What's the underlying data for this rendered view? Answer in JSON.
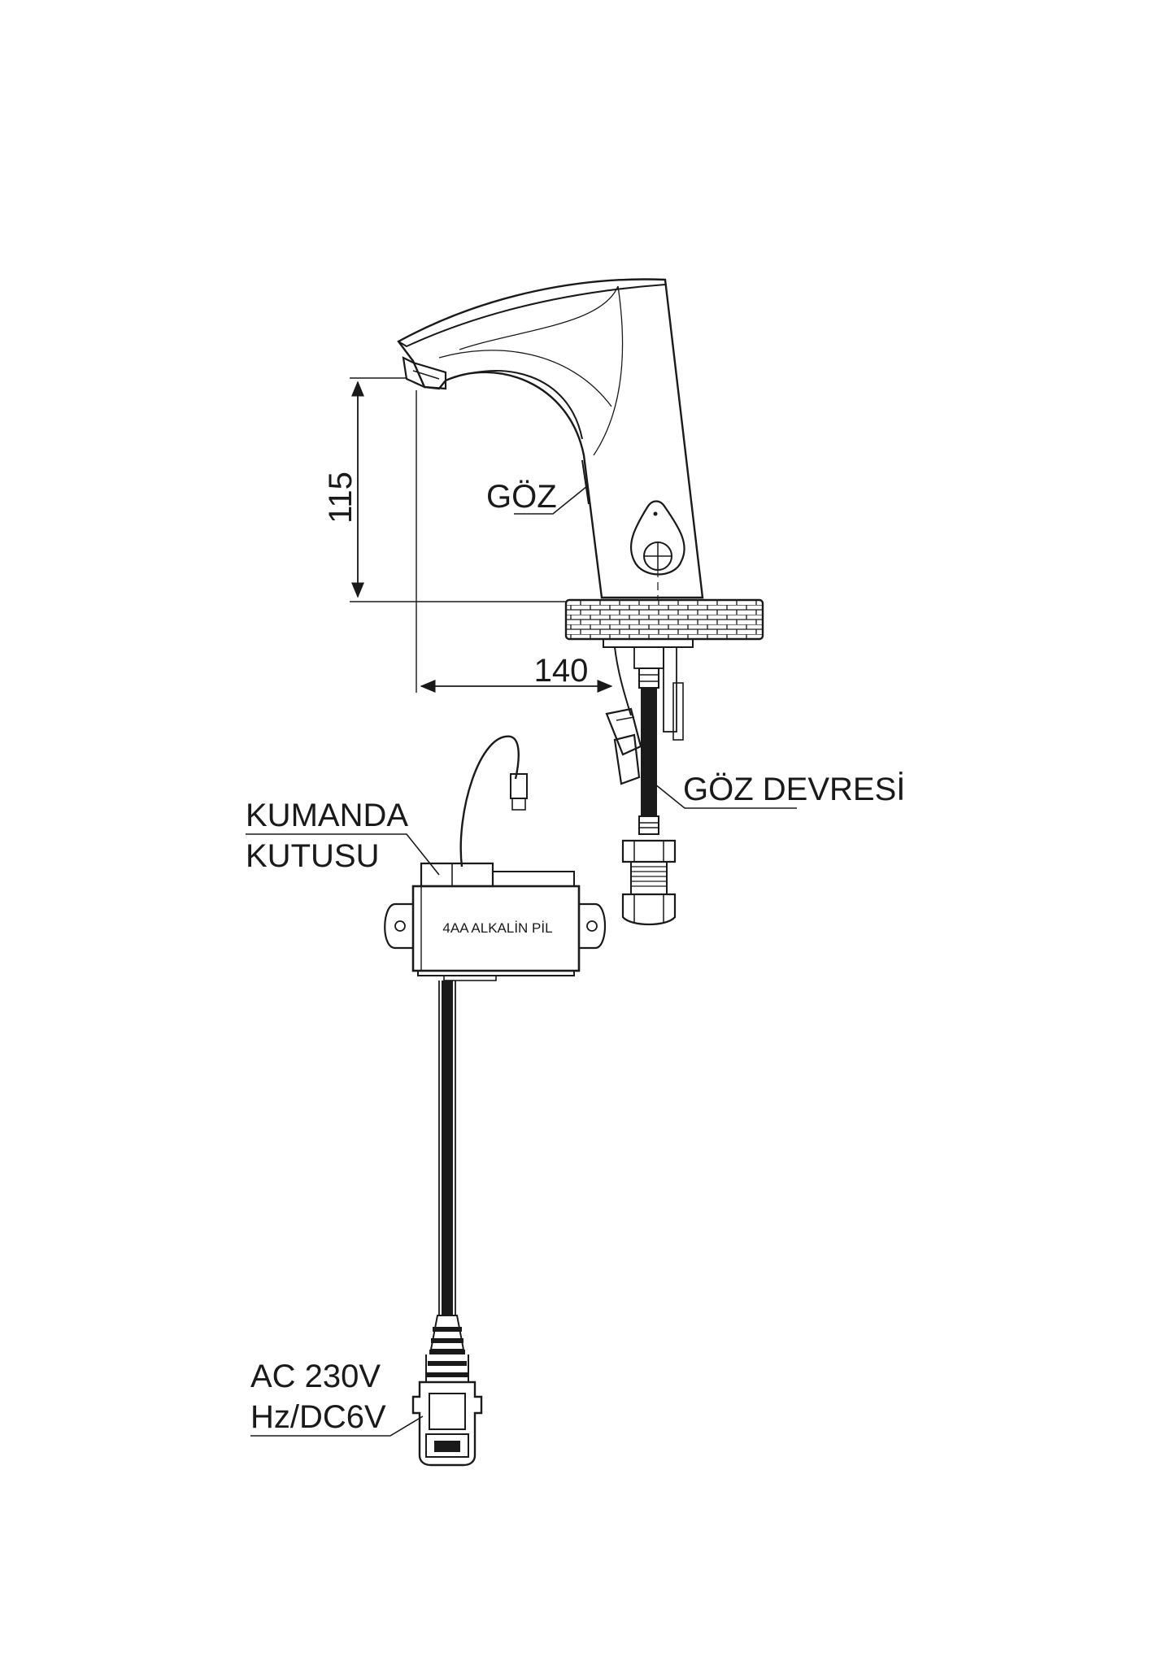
{
  "labels": {
    "eye": "GÖZ",
    "eye_circuit": "GÖZ DEVRESİ",
    "control_box_line1": "KUMANDA",
    "control_box_line2": "KUTUSU",
    "battery": "4AA ALKALİN PİL",
    "power_line1": "AC 230V",
    "power_line2": "Hz/DC6V"
  },
  "dimensions": {
    "height": "115",
    "reach": "140"
  },
  "colors": {
    "line": "#1a1a1a",
    "background": "#ffffff"
  }
}
